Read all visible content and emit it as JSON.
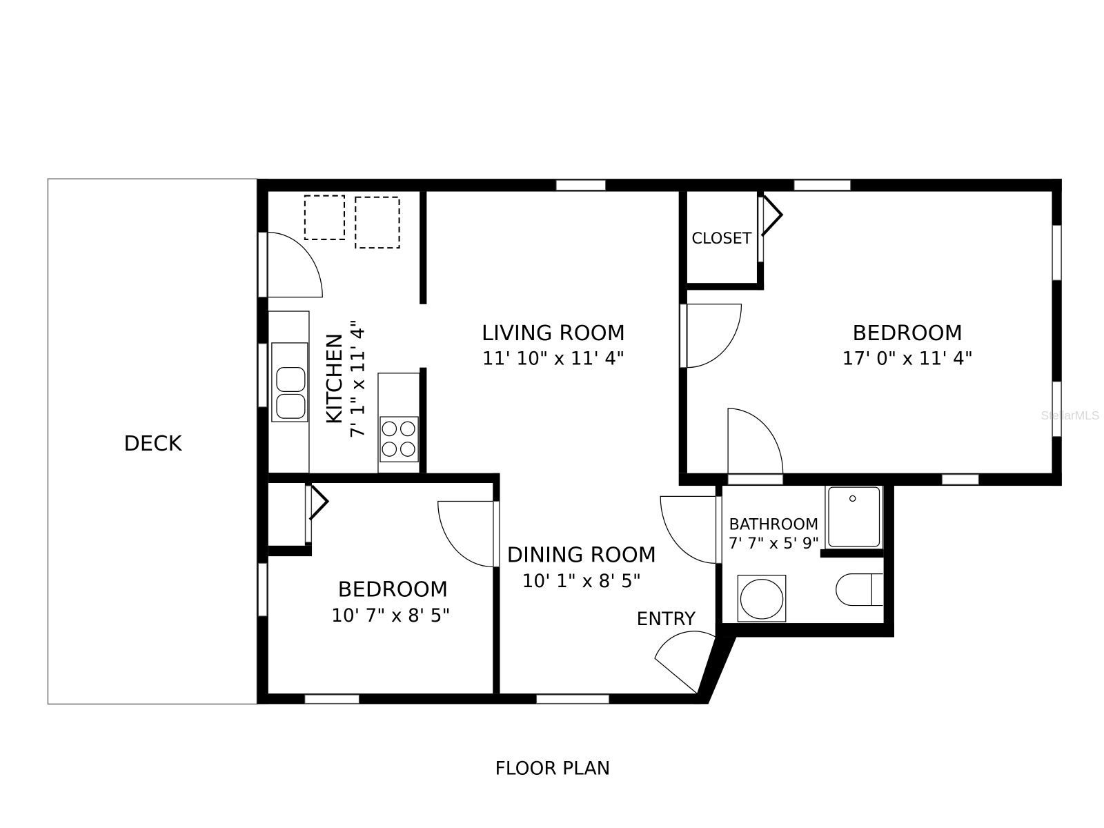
{
  "title": "FLOOR PLAN",
  "watermark": "StellarMLS",
  "colors": {
    "wall": "#000000",
    "background": "#ffffff",
    "watermark": "#d8d8d8"
  },
  "rooms": {
    "deck": {
      "name": "DECK"
    },
    "kitchen": {
      "name": "KITCHEN",
      "dimensions": "7' 1\" x 11' 4\""
    },
    "living_room": {
      "name": "LIVING ROOM",
      "dimensions": "11' 10\" x 11' 4\""
    },
    "closet": {
      "name": "CLOSET"
    },
    "bedroom_main": {
      "name": "BEDROOM",
      "dimensions": "17' 0\" x 11' 4\""
    },
    "bedroom_small": {
      "name": "BEDROOM",
      "dimensions": "10' 7\" x 8' 5\""
    },
    "dining_room": {
      "name": "DINING ROOM",
      "dimensions": "10' 1\" x 8' 5\""
    },
    "bathroom": {
      "name": "BATHROOM",
      "dimensions": "7' 7\" x 5' 9\""
    },
    "entry": {
      "name": "ENTRY"
    }
  }
}
